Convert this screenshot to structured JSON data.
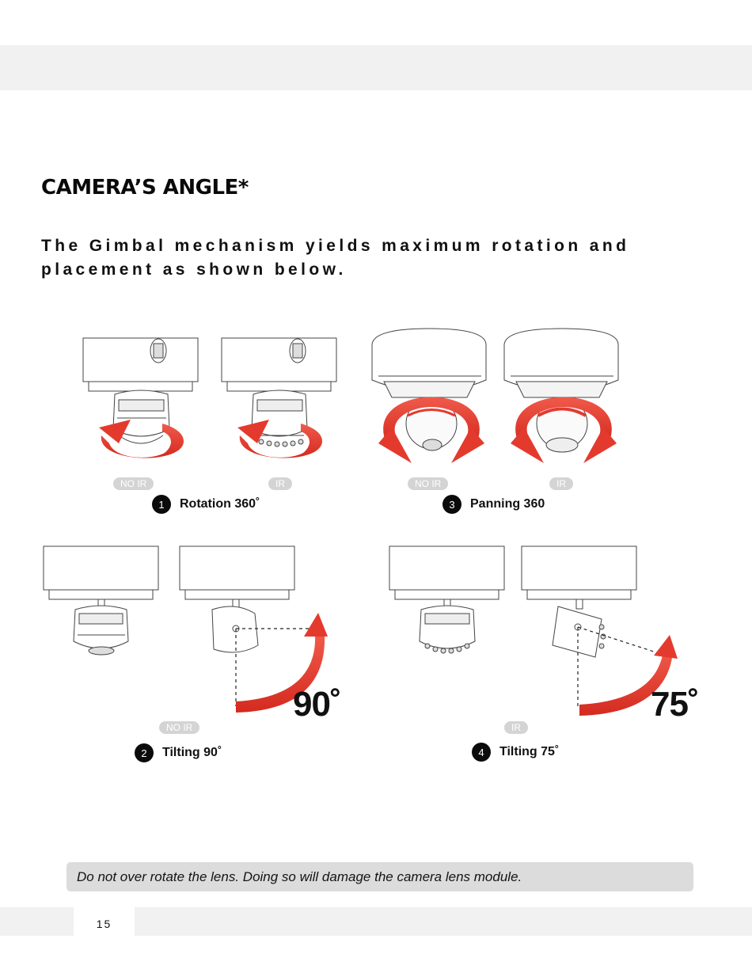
{
  "page": {
    "title": "CAMERA’S ANGLE*",
    "intro": "The Gimbal mechanism yields maximum rotation and placement as shown below.",
    "warning": "Do  not over rotate the lens. Doing so will damage the camera lens module.",
    "page_number": "15"
  },
  "figure": {
    "steps": [
      {
        "number": "1",
        "label": "Rotation 360˚",
        "tags": [
          "NO IR",
          "IR"
        ]
      },
      {
        "number": "3",
        "label": "Panning 360",
        "tags": [
          "NO IR",
          "IR"
        ]
      },
      {
        "number": "2",
        "label": "Tilting 90˚",
        "tag": "NO IR",
        "angle": "90˚"
      },
      {
        "number": "4",
        "label": "Tilting 75˚",
        "tag": "IR",
        "angle": "75˚"
      }
    ],
    "accent_color": "#e43a2e",
    "icon_names": [
      "rotation-arrow-icon",
      "panning-arrow-icon",
      "tilt-arrow-icon"
    ]
  }
}
